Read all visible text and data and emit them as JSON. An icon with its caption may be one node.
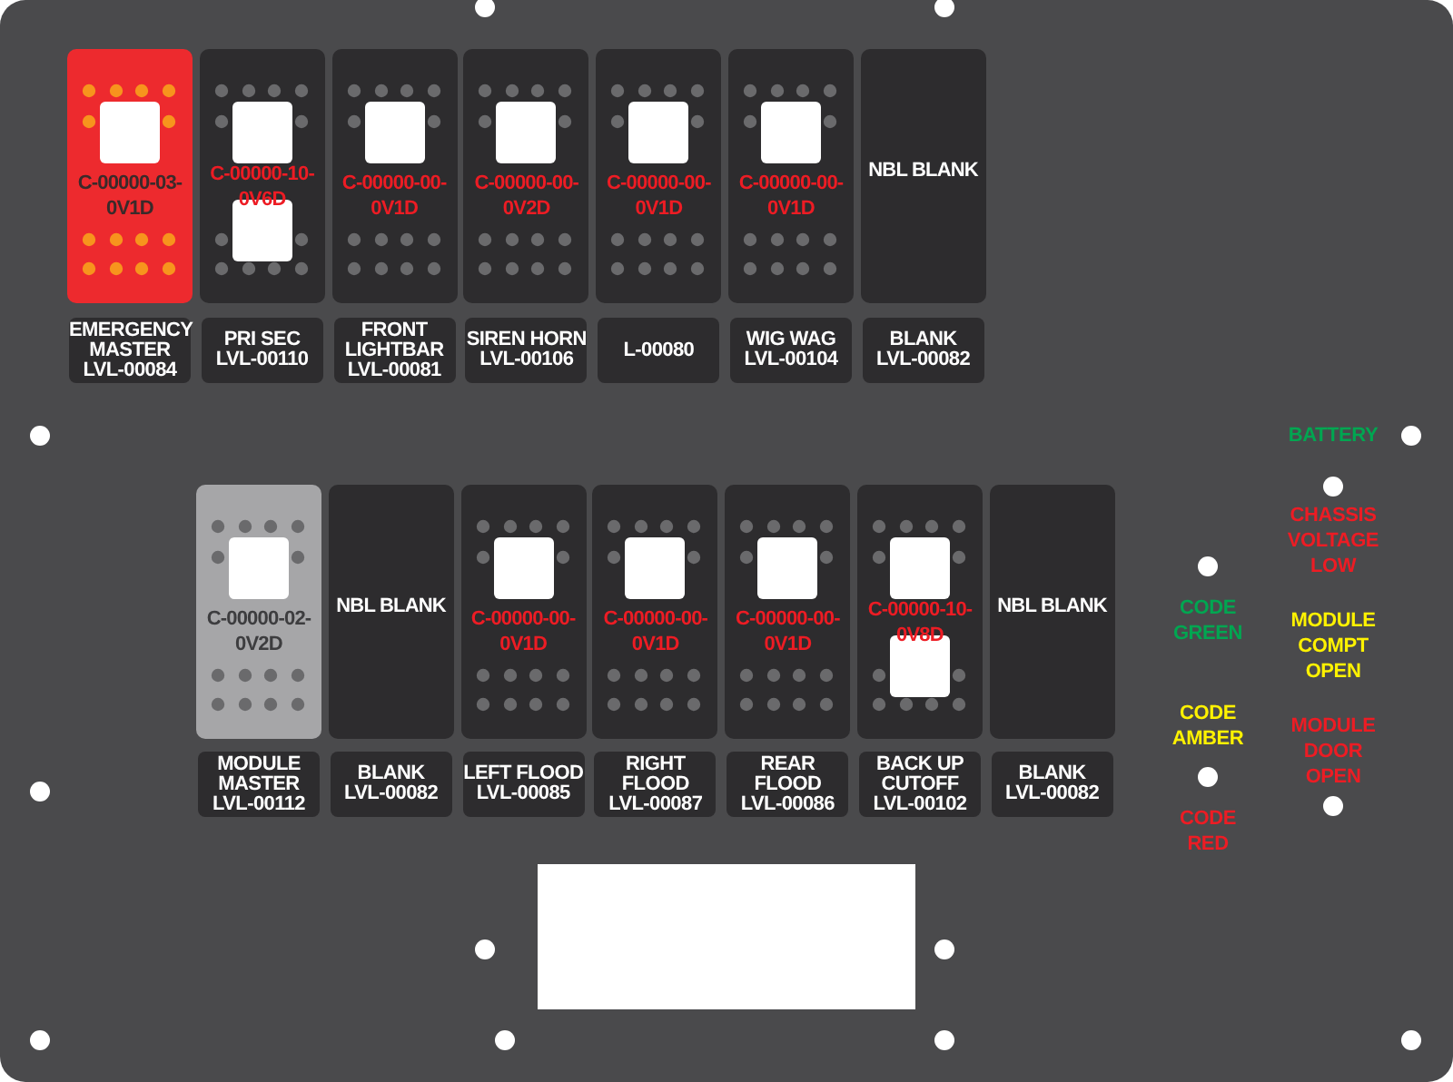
{
  "diagram": {
    "nodes": [
      {
        "text": [
          "C-00000-03-0V1D"
        ]
      },
      {
        "text": [
          "C-00000-10-0V6D"
        ]
      },
      {
        "text": [
          "C-00000-00-0V1D"
        ]
      },
      {
        "text": [
          "C-00000-00-0V2D"
        ]
      },
      {
        "text": [
          "C-00000-00-0V1D"
        ]
      },
      {
        "text": [
          "C-00000-00-0V1D"
        ]
      },
      {
        "text": [
          "NBL BLANK"
        ]
      },
      {
        "text": [
          "EMERGENCY MASTER",
          "LVL-00084"
        ]
      },
      {
        "text": [
          "PRI SEC",
          "LVL-00110"
        ]
      },
      {
        "text": [
          "FRONT LIGHTBAR",
          "LVL-00081"
        ]
      },
      {
        "text": [
          "SIREN HORN",
          "LVL-00106"
        ]
      },
      {
        "text": [
          "L-00080"
        ]
      },
      {
        "text": [
          "WIG WAG",
          "LVL-00104"
        ]
      },
      {
        "text": [
          "BLANK",
          "LVL-00082"
        ]
      },
      {
        "text": [
          "C-00000-02-0V2D"
        ]
      },
      {
        "text": [
          "NBL BLANK"
        ]
      },
      {
        "text": [
          "C-00000-00-0V1D"
        ]
      },
      {
        "text": [
          "C-00000-00-0V1D"
        ]
      },
      {
        "text": [
          "C-00000-00-0V1D"
        ]
      },
      {
        "text": [
          "C-00000-10-0V8D"
        ]
      },
      {
        "text": [
          "NBL BLANK"
        ]
      },
      {
        "text": [
          "MODULE MASTER",
          "LVL-00112"
        ]
      },
      {
        "text": [
          "BLANK",
          "LVL-00082"
        ]
      },
      {
        "text": [
          "LEFT FLOOD",
          "LVL-00085"
        ]
      },
      {
        "text": [
          "RIGHT FLOOD",
          "LVL-00087"
        ]
      },
      {
        "text": [
          "REAR FLOOD",
          "LVL-00086"
        ]
      },
      {
        "text": [
          "BACK UP CUTOFF",
          "LVL-00102"
        ]
      },
      {
        "text": [
          "BLANK",
          "LVL-00082"
        ]
      },
      {
        "text": [],
        "shape": "box"
      }
    ],
    "labels": [
      "BATTERY",
      "CHASSIS VOLTAGE LOW",
      "CODE GREEN",
      "MODULE COMPT OPEN",
      "CODE AMBER",
      "MODULE DOOR OPEN",
      "CODE RED"
    ]
  }
}
